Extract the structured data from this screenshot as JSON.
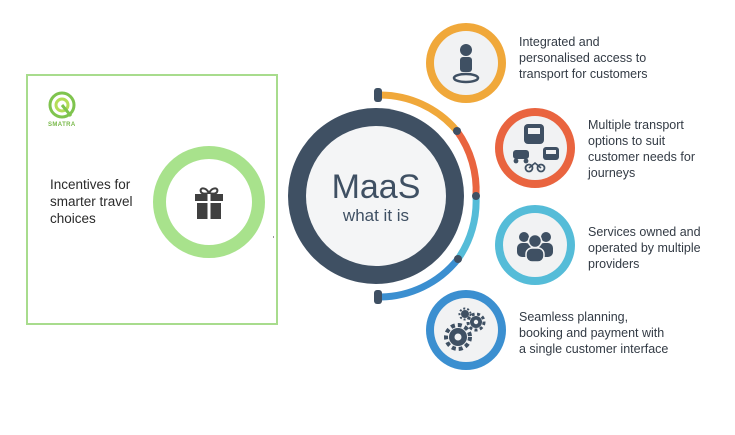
{
  "card": {
    "logo_text": "SMATRA",
    "caption": "Incentives for smarter travel choices",
    "icon": "gift-icon",
    "accent_color": "#a8dc8d"
  },
  "center": {
    "title": "MaaS",
    "subtitle": "what it is",
    "color": "#3f5063"
  },
  "items": [
    {
      "text": "Integrated and personalised access to transport for customers",
      "icon": "person-location-icon",
      "color": "#f0a83a"
    },
    {
      "text": "Multiple transport options to suit customer needs for journeys",
      "icon": "transport-modes-icon",
      "color": "#e9643f"
    },
    {
      "text": "Services owned and operated by multiple providers",
      "icon": "people-group-icon",
      "color": "#55bcd8"
    },
    {
      "text": "Seamless planning, booking and payment with a single customer interface",
      "icon": "gears-icon",
      "color": "#3b8fd0"
    }
  ]
}
